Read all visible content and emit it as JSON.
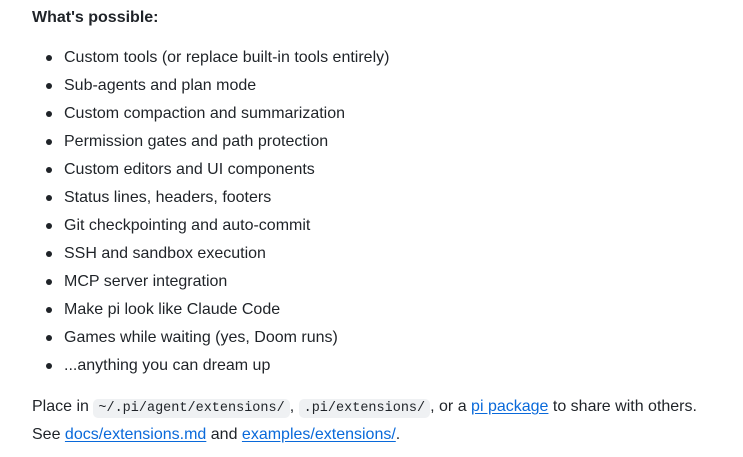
{
  "heading": "What's possible:",
  "features": [
    "Custom tools (or replace built-in tools entirely)",
    "Sub-agents and plan mode",
    "Custom compaction and summarization",
    "Permission gates and path protection",
    "Custom editors and UI components",
    "Status lines, headers, footers",
    "Git checkpointing and auto-commit",
    "SSH and sandbox execution",
    "MCP server integration",
    "Make pi look like Claude Code",
    "Games while waiting (yes, Doom runs)",
    "...anything you can dream up"
  ],
  "paragraph": {
    "text_place_in": "Place in ",
    "code_1": "~/.pi/agent/extensions/",
    "sep_1": ", ",
    "code_2": ".pi/extensions/",
    "text_or_a": ", or a ",
    "link_pi_package": "pi package",
    "text_share": " to share with others. See ",
    "link_docs": "docs/extensions.md",
    "text_and": " and ",
    "link_examples": "examples/extensions/",
    "text_end": "."
  },
  "colors": {
    "text": "#1f2328",
    "link": "#0969da",
    "code_bg": "#eff1f3"
  }
}
